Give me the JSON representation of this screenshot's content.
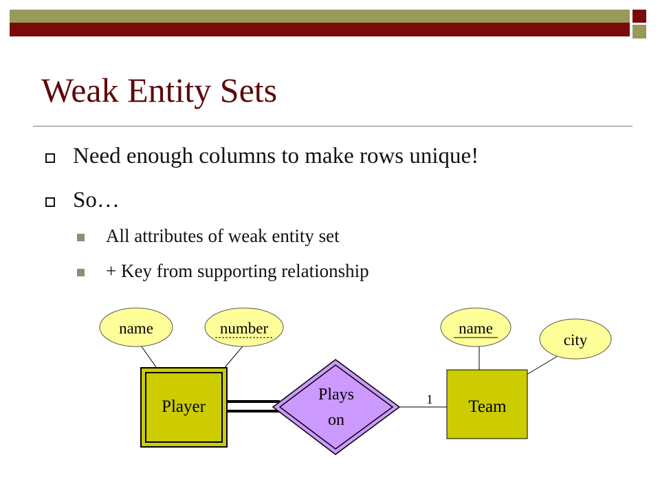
{
  "slide": {
    "title": "Weak Entity Sets",
    "bullets": [
      {
        "text": "Need enough columns to make rows unique!"
      },
      {
        "text": "So…"
      }
    ],
    "subbullets": [
      {
        "text": "All attributes of weak entity set"
      },
      {
        "text": "+ Key from supporting relationship"
      }
    ]
  },
  "diagram": {
    "entities": {
      "player": {
        "label": "Player",
        "weak": true
      },
      "team": {
        "label": "Team",
        "weak": false
      }
    },
    "relationship": {
      "line1": "Plays",
      "line2": "on",
      "identifying": true
    },
    "attributes": {
      "player_name": {
        "label": "name",
        "key": "none"
      },
      "player_number": {
        "label": "number",
        "key": "partial (dashed underline)"
      },
      "team_name": {
        "label": "name",
        "key": "primary (underline)"
      },
      "team_city": {
        "label": "city",
        "key": "none"
      }
    },
    "cardinality_team": "1"
  },
  "colors": {
    "title": "#5c0a0a",
    "top_bar_olive": "#99995a",
    "top_bar_maroon": "#7a0a0a",
    "entity_fill": "#cccc00",
    "attribute_fill": "#ffff99",
    "relationship_fill": "#cc99ff",
    "subbullet_marker": "#8f8f6e"
  }
}
